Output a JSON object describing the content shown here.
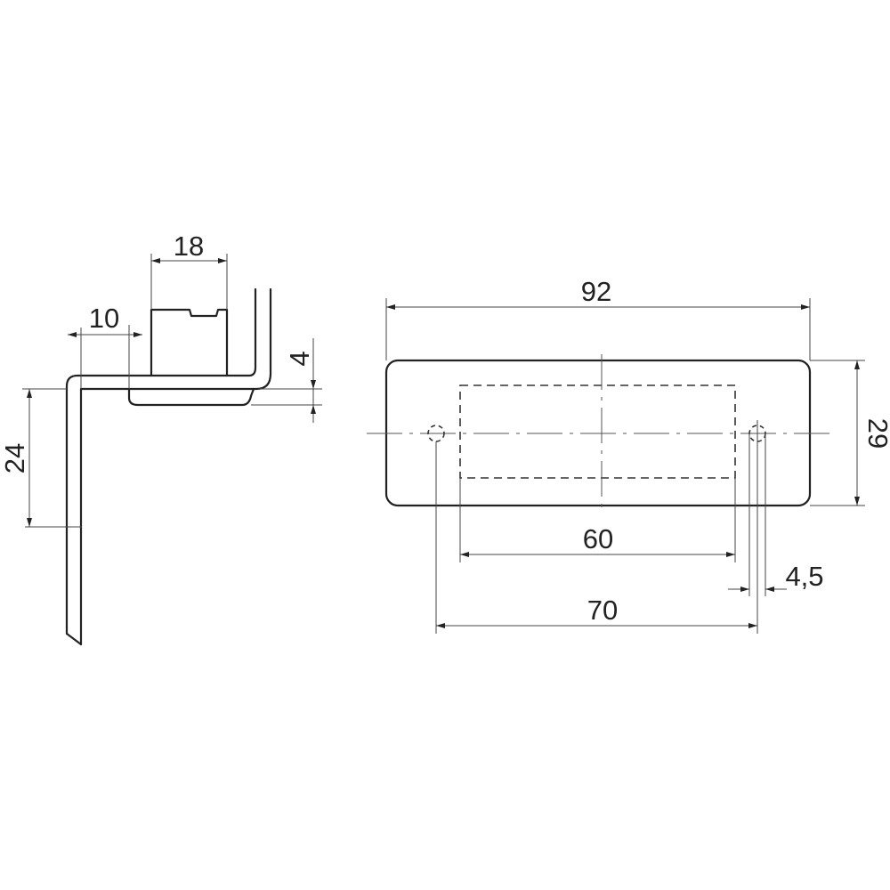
{
  "side_view": {
    "dimensions": {
      "width_block": "18",
      "offset": "10",
      "thickness": "4",
      "height": "24"
    }
  },
  "top_view": {
    "dimensions": {
      "overall_length": "92",
      "overall_width": "29",
      "window_length": "60",
      "hole_spacing": "70",
      "hole_diameter": "4,5"
    }
  }
}
